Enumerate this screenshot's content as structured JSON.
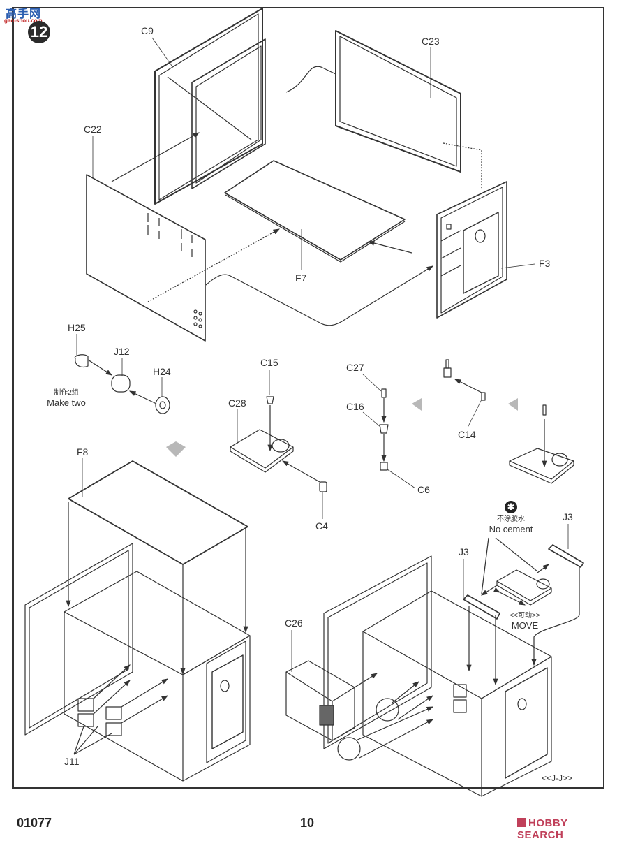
{
  "header": {
    "watermark_logo": "高手网",
    "watermark_url": "gao-shou.com",
    "step_number": "12"
  },
  "parts": {
    "c9": "C9",
    "c23": "C23",
    "c22": "C22",
    "f7": "F7",
    "f3": "F3",
    "h25": "H25",
    "j12": "J12",
    "h24": "H24",
    "c15": "C15",
    "c28": "C28",
    "c4": "C4",
    "c27": "C27",
    "c16": "C16",
    "c6": "C6",
    "c14": "C14",
    "f8": "F8",
    "j11": "J11",
    "c26": "C26",
    "j3_left": "J3",
    "j3_right": "J3"
  },
  "notes": {
    "make_two_cn": "制作2组",
    "make_two_en": "Make two",
    "no_cement_cn": "不涂胶水",
    "no_cement_en": "No cement",
    "move_cn": "<<可动>>",
    "move_en": "MOVE",
    "section_code": "<<J-J>>"
  },
  "icons": {
    "no_cement": "no-cement-icon"
  },
  "footer": {
    "product_code": "01077",
    "page_number": "10",
    "brand": "HOBBY SEARCH"
  },
  "colors": {
    "line": "#333333",
    "badge": "#2b2b2b",
    "brand": "#c0405a",
    "logo_blue": "#2a5db0",
    "logo_red": "#c02020"
  }
}
